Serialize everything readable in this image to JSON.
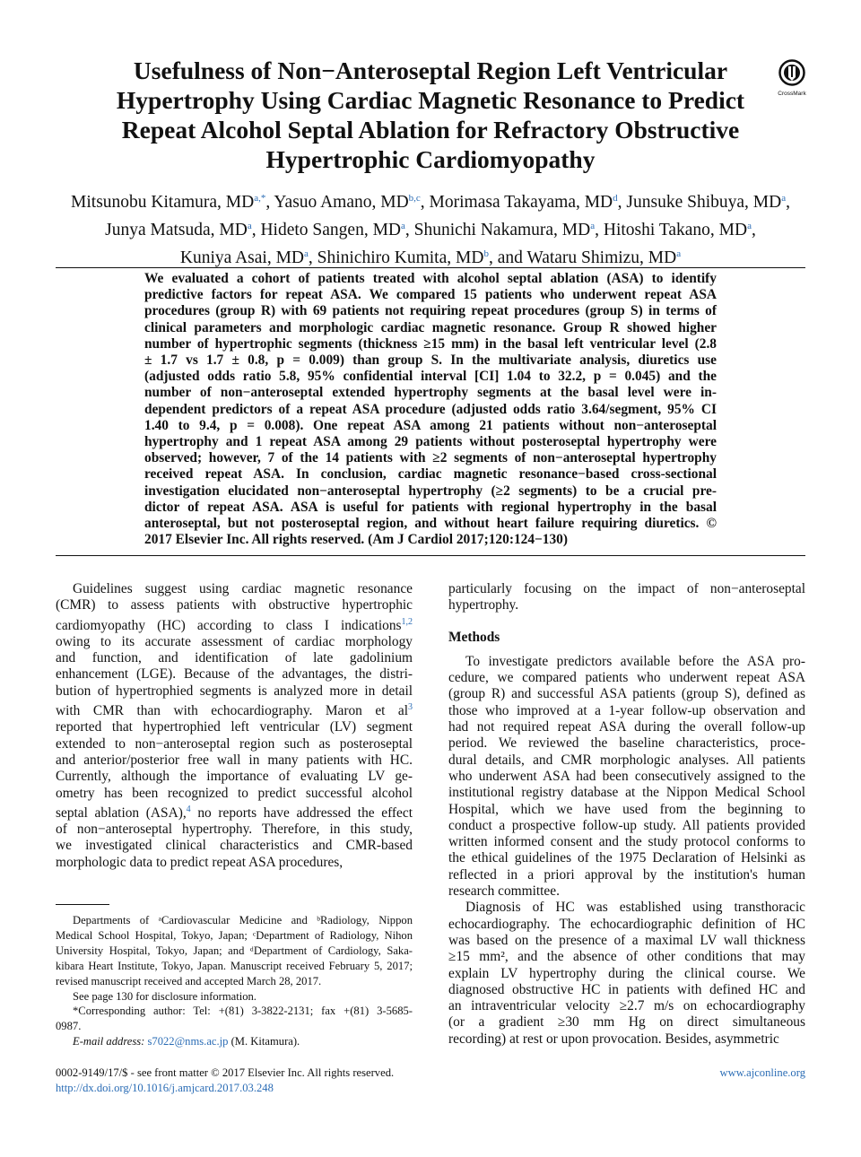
{
  "title_lines": [
    "Usefulness of Non−Anteroseptal Region Left Ventricular",
    "Hypertrophy Using Cardiac Magnetic Resonance to Predict",
    "Repeat Alcohol Septal Ablation for Refractory Obstructive",
    "Hypertrophic Cardiomyopathy"
  ],
  "crossmark_label": "CrossMark",
  "authors": [
    {
      "name": "Mitsunobu Kitamura, MD",
      "aff": "a,*",
      "sep": ", "
    },
    {
      "name": "Yasuo Amano, MD",
      "aff": "b,c",
      "sep": ", "
    },
    {
      "name": "Morimasa Takayama, MD",
      "aff": "d",
      "sep": ", "
    },
    {
      "name": "Junsuke Shibuya, MD",
      "aff": "a",
      "sep": ","
    },
    {
      "name": "Junya Matsuda, MD",
      "aff": "a",
      "sep": ", "
    },
    {
      "name": "Hideto Sangen, MD",
      "aff": "a",
      "sep": ", "
    },
    {
      "name": "Shunichi Nakamura, MD",
      "aff": "a",
      "sep": ", "
    },
    {
      "name": "Hitoshi Takano, MD",
      "aff": "a",
      "sep": ","
    },
    {
      "name": "Kuniya Asai, MD",
      "aff": "a",
      "sep": ", "
    },
    {
      "name": "Shinichiro Kumita, MD",
      "aff": "b",
      "sep": ", "
    },
    {
      "name": "and Wataru Shimizu, MD",
      "aff": "a",
      "sep": ""
    }
  ],
  "abstract_lines": [
    "We evaluated a cohort of patients treated with alcohol septal ablation (ASA) to identify",
    "predictive factors for repeat ASA. We compared 15 patients who underwent repeat ASA",
    "procedures (group R) with 69 patients not requiring repeat procedures (group S) in terms of",
    "clinical parameters and morphologic cardiac magnetic resonance. Group R showed higher",
    "number of hypertrophic segments (thickness ≥15 mm) in the basal left ventricular level (2.8",
    "± 1.7 vs 1.7 ± 0.8, p = 0.009) than group S. In the multivariate analysis, diuretics use",
    "(adjusted odds ratio 5.8, 95% confidential interval [CI] 1.04 to 32.2, p = 0.045) and the",
    "number of non−anteroseptal extended hypertrophy segments at the basal level were in-",
    "dependent predictors of a repeat ASA procedure (adjusted odds ratio 3.64/segment, 95% CI",
    "1.40 to 9.4, p = 0.008). One repeat ASA among 21 patients without non−anteroseptal",
    "hypertrophy and 1 repeat ASA among 29 patients without posteroseptal hypertrophy were",
    "observed; however, 7 of the 14 patients with ≥2 segments of non−anteroseptal hypertrophy",
    "received repeat ASA. In conclusion, cardiac magnetic resonance−based cross-sectional",
    "investigation elucidated non−anteroseptal hypertrophy (≥2 segments) to be a crucial pre-",
    "dictor of repeat ASA. ASA is useful for patients with regional hypertrophy in the basal",
    "anteroseptal, but not posteroseptal region, and without heart failure requiring diuretics.    ©",
    "2017 Elsevier Inc. All rights reserved. (Am J Cardiol 2017;120:124−130)"
  ],
  "left_col_lines": [
    {
      "text": "Guidelines suggest using cardiac magnetic resonance",
      "indent": true
    },
    {
      "text": "(CMR) to assess patients with obstructive hypertrophic"
    },
    {
      "text": "cardiomyopathy (HC) according to class I indications",
      "ref": "1,2"
    },
    {
      "text": "owing to its accurate assessment of cardiac morphology"
    },
    {
      "text": "and function, and identification of late gadolinium"
    },
    {
      "text": "enhancement (LGE). Because of the advantages, the distri-"
    },
    {
      "text": "bution of hypertrophied segments is analyzed more in detail"
    },
    {
      "text": "with CMR than with echocardiography. Maron et al",
      "ref": "3"
    },
    {
      "text": "reported that hypertrophied left ventricular (LV) segment"
    },
    {
      "text": "extended to non−anteroseptal region such as posteroseptal"
    },
    {
      "text": "and anterior/posterior free wall in many patients with HC."
    },
    {
      "text": "Currently, although the importance of evaluating LV ge-"
    },
    {
      "text": "ometry has been recognized to predict successful alcohol"
    },
    {
      "text": "septal ablation (ASA),",
      "ref": "4",
      "after": " no reports have addressed the effect"
    },
    {
      "text": "of non−anteroseptal hypertrophy. Therefore, in this study,"
    },
    {
      "text": "we investigated clinical characteristics and CMR-based"
    },
    {
      "text": "morphologic data to predict repeat ASA procedures,"
    }
  ],
  "right_col_intro": [
    "particularly focusing on the impact of non−anteroseptal",
    "hypertrophy."
  ],
  "methods_heading": "Methods",
  "methods_p1": [
    "To investigate predictors available before the ASA pro-",
    "cedure, we compared patients who underwent repeat ASA",
    "(group R) and successful ASA patients (group S), defined as",
    "those who improved at a 1-year follow-up observation and",
    "had not required repeat ASA during the overall follow-up",
    "period. We reviewed the baseline characteristics, proce-",
    "dural details, and CMR morphologic analyses. All patients",
    "who underwent ASA had been consecutively assigned to the",
    "institutional registry database at the Nippon Medical School",
    "Hospital, which we have used from the beginning to",
    "conduct a prospective follow-up study. All patients provided",
    "written informed consent and the study protocol conforms to",
    "the ethical guidelines of the 1975 Declaration of Helsinki as",
    "reflected in a priori approval by the institution's human",
    "research committee."
  ],
  "methods_p2": [
    "Diagnosis of HC was established using transthoracic",
    "echocardiography. The echocardiographic definition of HC",
    "was based on the presence of a maximal LV wall thickness",
    "≥15 mm², and the absence of other conditions that may",
    "explain LV hypertrophy during the clinical course. We",
    "diagnosed obstructive HC in patients with defined HC and",
    "an intraventricular velocity ≥2.7 m/s on echocardiography",
    "(or a gradient ≥30 mm Hg on direct simultaneous",
    "recording) at rest or upon provocation. Besides, asymmetric"
  ],
  "footnotes": {
    "affiliations": [
      "Departments of ᵃCardiovascular Medicine and ᵇRadiology, Nippon",
      "Medical School Hospital, Tokyo, Japan; ᶜDepartment of Radiology, Nihon",
      "University Hospital, Tokyo, Japan; and ᵈDepartment of Cardiology, Saka-",
      "kibara Heart Institute, Tokyo, Japan. Manuscript received February 5, 2017;",
      "revised manuscript received and accepted March 28, 2017."
    ],
    "disclosure": "See page 130 for disclosure information.",
    "corresponding": [
      "*Corresponding author: Tel: +(81) 3-3822-2131; fax +(81) 3-5685-",
      "0987."
    ],
    "email_label": "E-mail address:",
    "email": "s7022@nms.ac.jp",
    "email_after": " (M. Kitamura)."
  },
  "footer": {
    "issn": "0002-9149/17/$ - see front matter © 2017 Elsevier Inc. All rights reserved.",
    "doi": "http://dx.doi.org/10.1016/j.amjcard.2017.03.248",
    "website": "www.ajconline.org"
  }
}
